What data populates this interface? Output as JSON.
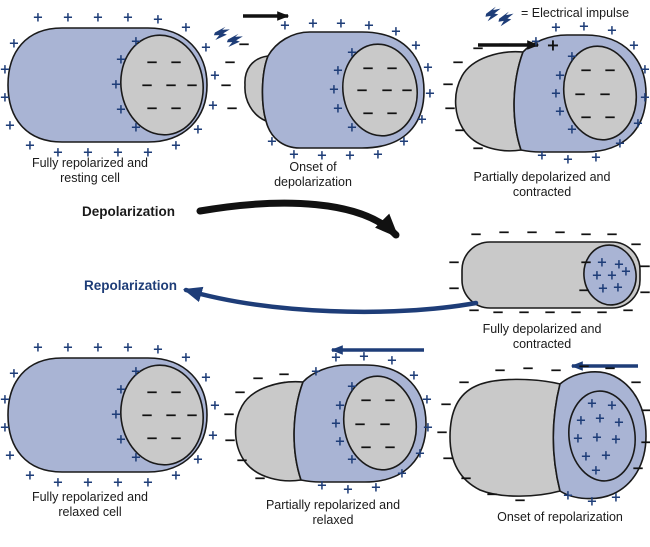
{
  "colors": {
    "background": "#ffffff",
    "cell_blue": "#a9b4d4",
    "cell_gray": "#c9c9c9",
    "outline": "#1a1a1a",
    "plus_blue": "#1e3d78",
    "minus_black": "#111111",
    "arrow_black": "#111111",
    "arrow_blue": "#1e3d78",
    "caption_text": "#1a1a1a"
  },
  "symbols": {
    "plus": "+",
    "minus": "−"
  },
  "icons": {
    "electrical_impulse": "lightning-bolt-icon"
  },
  "legend": {
    "label": "= Electrical impulse"
  },
  "cycle": {
    "depolarization_label": "Depolarization",
    "repolarization_label": "Repolarization"
  },
  "panels": {
    "resting": {
      "caption": "Fully repolarized and resting cell",
      "pluses": [
        [
          38,
          18
        ],
        [
          68,
          18
        ],
        [
          98,
          18
        ],
        [
          128,
          18
        ],
        [
          158,
          20
        ],
        [
          186,
          28
        ],
        [
          206,
          48
        ],
        [
          215,
          76
        ],
        [
          213,
          106
        ],
        [
          198,
          130
        ],
        [
          176,
          146
        ],
        [
          148,
          153
        ],
        [
          118,
          153
        ],
        [
          88,
          153
        ],
        [
          58,
          153
        ],
        [
          30,
          146
        ],
        [
          10,
          126
        ],
        [
          5,
          98
        ],
        [
          5,
          70
        ],
        [
          14,
          44
        ],
        [
          136,
          42
        ],
        [
          121,
          60
        ],
        [
          116,
          85
        ],
        [
          121,
          110
        ],
        [
          136,
          128
        ]
      ],
      "minuses": [
        [
          152,
          62
        ],
        [
          176,
          62
        ],
        [
          147,
          85
        ],
        [
          171,
          85
        ],
        [
          192,
          85
        ],
        [
          152,
          108
        ],
        [
          176,
          108
        ]
      ]
    },
    "onset_depol": {
      "caption": "Onset of depolarization",
      "pluses": [
        [
          285,
          26
        ],
        [
          313,
          24
        ],
        [
          341,
          24
        ],
        [
          369,
          26
        ],
        [
          396,
          32
        ],
        [
          416,
          46
        ],
        [
          428,
          68
        ],
        [
          430,
          94
        ],
        [
          422,
          120
        ],
        [
          404,
          142
        ],
        [
          378,
          155
        ],
        [
          350,
          156
        ],
        [
          322,
          156
        ],
        [
          294,
          155
        ],
        [
          272,
          142
        ],
        [
          352,
          53
        ],
        [
          338,
          71
        ],
        [
          334,
          90
        ],
        [
          338,
          109
        ],
        [
          352,
          128
        ]
      ],
      "minuses": [
        [
          244,
          44
        ],
        [
          230,
          62
        ],
        [
          226,
          85
        ],
        [
          232,
          108
        ],
        [
          368,
          68
        ],
        [
          392,
          68
        ],
        [
          362,
          90
        ],
        [
          387,
          90
        ],
        [
          368,
          113
        ],
        [
          392,
          113
        ],
        [
          407,
          90
        ]
      ]
    },
    "partial_depol": {
      "caption": "Partially depolarized and contracted",
      "pluses": [
        [
          556,
          28
        ],
        [
          584,
          27
        ],
        [
          612,
          31
        ],
        [
          634,
          46
        ],
        [
          645,
          70
        ],
        [
          645,
          98
        ],
        [
          638,
          124
        ],
        [
          620,
          144
        ],
        [
          596,
          158
        ],
        [
          568,
          160
        ],
        [
          542,
          156
        ],
        [
          536,
          42
        ],
        [
          572,
          57
        ],
        [
          560,
          76
        ],
        [
          556,
          94
        ],
        [
          560,
          112
        ],
        [
          572,
          130
        ]
      ],
      "minuses": [
        [
          504,
          44
        ],
        [
          478,
          48
        ],
        [
          458,
          62
        ],
        [
          448,
          84
        ],
        [
          450,
          108
        ],
        [
          460,
          130
        ],
        [
          478,
          148
        ],
        [
          586,
          70
        ],
        [
          610,
          70
        ],
        [
          580,
          94
        ],
        [
          605,
          94
        ],
        [
          586,
          117
        ],
        [
          610,
          117
        ]
      ]
    },
    "full_depol": {
      "caption": "Fully depolarized and contracted",
      "pluses": [
        [
          602,
          263
        ],
        [
          619,
          265
        ],
        [
          597,
          276
        ],
        [
          612,
          276
        ],
        [
          626,
          272
        ],
        [
          603,
          289
        ],
        [
          618,
          288
        ]
      ],
      "minuses": [
        [
          476,
          234
        ],
        [
          504,
          232
        ],
        [
          532,
          232
        ],
        [
          560,
          232
        ],
        [
          586,
          234
        ],
        [
          612,
          234
        ],
        [
          636,
          244
        ],
        [
          645,
          266
        ],
        [
          645,
          292
        ],
        [
          628,
          310
        ],
        [
          602,
          312
        ],
        [
          576,
          312
        ],
        [
          550,
          312
        ],
        [
          524,
          312
        ],
        [
          498,
          312
        ],
        [
          474,
          310
        ],
        [
          454,
          288
        ],
        [
          454,
          262
        ],
        [
          586,
          262
        ],
        [
          584,
          290
        ]
      ]
    },
    "relaxed": {
      "caption": "Fully repolarized and relaxed cell",
      "pluses": [
        [
          38,
          348
        ],
        [
          68,
          348
        ],
        [
          98,
          348
        ],
        [
          128,
          348
        ],
        [
          158,
          350
        ],
        [
          186,
          358
        ],
        [
          206,
          378
        ],
        [
          215,
          406
        ],
        [
          213,
          436
        ],
        [
          198,
          460
        ],
        [
          176,
          476
        ],
        [
          148,
          483
        ],
        [
          118,
          483
        ],
        [
          88,
          483
        ],
        [
          58,
          483
        ],
        [
          30,
          476
        ],
        [
          10,
          456
        ],
        [
          5,
          428
        ],
        [
          5,
          400
        ],
        [
          14,
          374
        ],
        [
          136,
          372
        ],
        [
          121,
          390
        ],
        [
          116,
          415
        ],
        [
          121,
          440
        ],
        [
          136,
          458
        ]
      ],
      "minuses": [
        [
          152,
          392
        ],
        [
          176,
          392
        ],
        [
          147,
          415
        ],
        [
          171,
          415
        ],
        [
          192,
          415
        ],
        [
          152,
          438
        ],
        [
          176,
          438
        ]
      ]
    },
    "partial_repol": {
      "caption": "Partially repolarized and relaxed",
      "pluses": [
        [
          336,
          358
        ],
        [
          364,
          357
        ],
        [
          392,
          361
        ],
        [
          414,
          376
        ],
        [
          427,
          400
        ],
        [
          428,
          428
        ],
        [
          420,
          454
        ],
        [
          402,
          474
        ],
        [
          376,
          488
        ],
        [
          348,
          490
        ],
        [
          322,
          486
        ],
        [
          316,
          372
        ],
        [
          352,
          387
        ],
        [
          340,
          406
        ],
        [
          336,
          424
        ],
        [
          340,
          442
        ],
        [
          352,
          460
        ]
      ],
      "minuses": [
        [
          284,
          374
        ],
        [
          258,
          378
        ],
        [
          240,
          392
        ],
        [
          229,
          414
        ],
        [
          230,
          440
        ],
        [
          242,
          460
        ],
        [
          260,
          478
        ],
        [
          366,
          400
        ],
        [
          390,
          400
        ],
        [
          360,
          424
        ],
        [
          385,
          424
        ],
        [
          366,
          447
        ],
        [
          390,
          447
        ]
      ]
    },
    "onset_repol": {
      "caption": "Onset of repolarization",
      "pluses": [
        [
          592,
          404
        ],
        [
          612,
          406
        ],
        [
          581,
          421
        ],
        [
          600,
          419
        ],
        [
          619,
          423
        ],
        [
          578,
          439
        ],
        [
          597,
          438
        ],
        [
          616,
          440
        ],
        [
          586,
          457
        ],
        [
          606,
          456
        ],
        [
          596,
          471
        ],
        [
          568,
          496
        ],
        [
          592,
          502
        ],
        [
          616,
          498
        ]
      ],
      "minuses": [
        [
          500,
          370
        ],
        [
          528,
          368
        ],
        [
          556,
          370
        ],
        [
          584,
          366
        ],
        [
          610,
          368
        ],
        [
          636,
          382
        ],
        [
          646,
          410
        ],
        [
          646,
          442
        ],
        [
          638,
          468
        ],
        [
          464,
          382
        ],
        [
          446,
          404
        ],
        [
          442,
          432
        ],
        [
          448,
          458
        ],
        [
          466,
          478
        ],
        [
          492,
          494
        ],
        [
          520,
          500
        ]
      ]
    }
  }
}
